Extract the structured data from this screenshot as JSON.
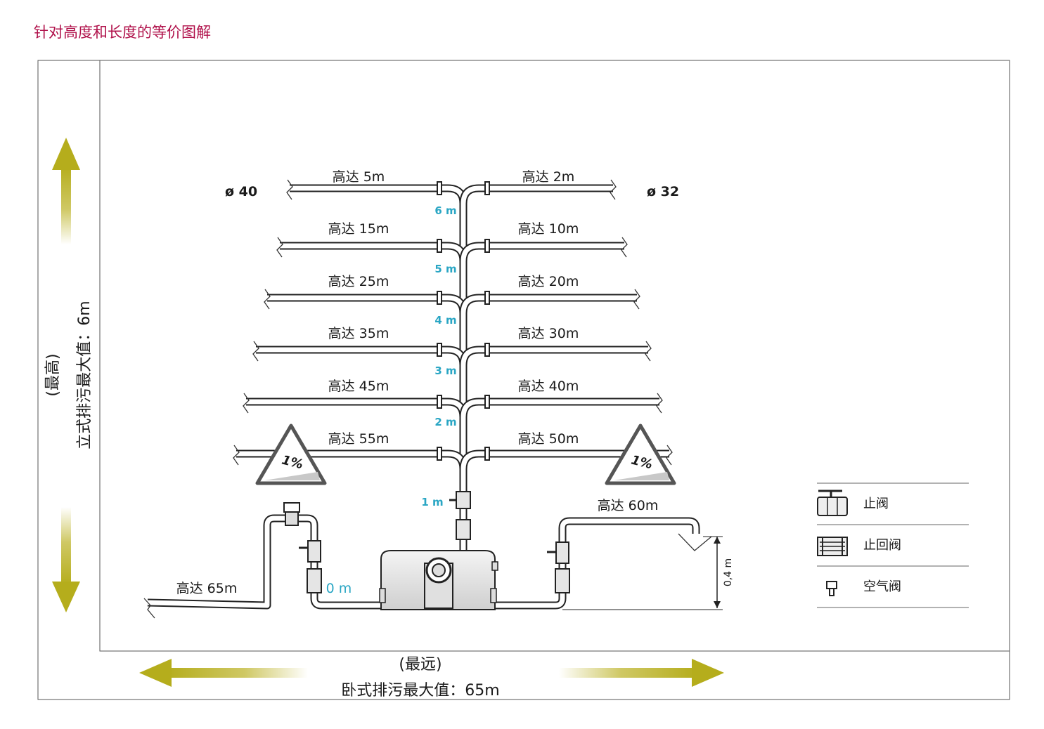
{
  "page_title": "针对高度和长度的等价图解",
  "vertical": {
    "label": "立式排污最大值：6m",
    "qualifier": "(最高)"
  },
  "horizontal": {
    "label": "卧式排污最大值：65m",
    "qualifier": "(最远)"
  },
  "diameters": {
    "left": "ø 40",
    "right": "ø 32"
  },
  "branches": [
    {
      "level": "6 m",
      "left": "高达 5m",
      "right": "高达 2m"
    },
    {
      "level": "5 m",
      "left": "高达 15m",
      "right": "高达 10m"
    },
    {
      "level": "4 m",
      "left": "高达 25m",
      "right": "高达 20m"
    },
    {
      "level": "3 m",
      "left": "高达 35m",
      "right": "高达 30m"
    },
    {
      "level": "2 m",
      "left": "高达 45m",
      "right": "高达 40m"
    },
    {
      "level": "1 m",
      "left": "高达 55m",
      "right": "高达 50m"
    }
  ],
  "base_level": "0 m",
  "slope_left": "1%",
  "slope_right": "1%",
  "ground_left": "高达 65m",
  "ground_right": "高达 60m",
  "rise_dimension": "0,4 m",
  "legend": [
    {
      "icon": "stop-valve-icon",
      "label": "止阀"
    },
    {
      "icon": "check-valve-icon",
      "label": "止回阀"
    },
    {
      "icon": "air-valve-icon",
      "label": "空气阀"
    }
  ],
  "colors": {
    "title": "#b0104a",
    "arrow": "#b5ad1c",
    "level_marks": "#2aa6c4",
    "slope_fill": "#c8c8c8"
  }
}
